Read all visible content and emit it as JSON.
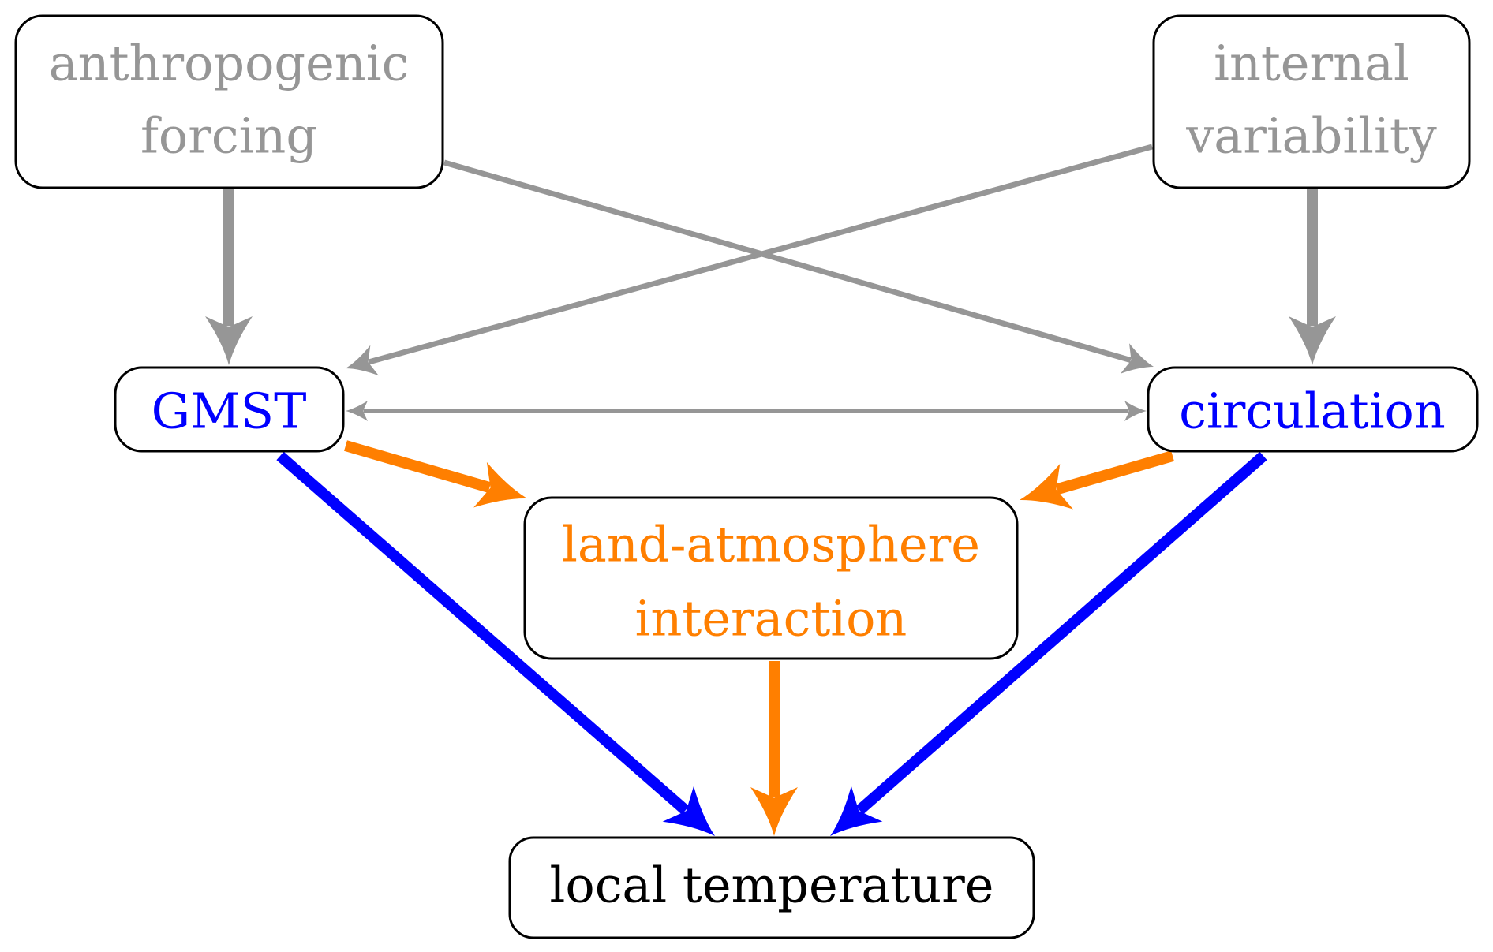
{
  "colors": {
    "gray": "#969696",
    "blue": "#0000ff",
    "orange": "#ff7f00",
    "black": "#000000"
  },
  "nodes": {
    "anthropogenic": {
      "lines": [
        "anthropogenic",
        "forcing"
      ],
      "color": "#969696"
    },
    "internal": {
      "lines": [
        "internal",
        "variability"
      ],
      "color": "#969696"
    },
    "gmst": {
      "lines": [
        "GMST"
      ],
      "color": "#0000ff"
    },
    "circulation": {
      "lines": [
        "circulation"
      ],
      "color": "#0000ff"
    },
    "landatm": {
      "lines": [
        "land-atmosphere",
        "interaction"
      ],
      "color": "#ff7f00"
    },
    "local": {
      "lines": [
        "local temperature"
      ],
      "color": "#000000"
    }
  },
  "edges": [
    {
      "from": "anthropogenic",
      "to": "gmst",
      "color": "#969696",
      "weight": "heavy"
    },
    {
      "from": "internal",
      "to": "circulation",
      "color": "#969696",
      "weight": "heavy"
    },
    {
      "from": "anthropogenic",
      "to": "circulation",
      "color": "#969696",
      "weight": "medium"
    },
    {
      "from": "internal",
      "to": "gmst",
      "color": "#969696",
      "weight": "medium"
    },
    {
      "from": "gmst",
      "to": "circulation",
      "color": "#969696",
      "weight": "thin",
      "bidirectional": true
    },
    {
      "from": "gmst",
      "to": "landatm",
      "color": "#ff7f00",
      "weight": "heavy"
    },
    {
      "from": "circulation",
      "to": "landatm",
      "color": "#ff7f00",
      "weight": "heavy"
    },
    {
      "from": "gmst",
      "to": "local",
      "color": "#0000ff",
      "weight": "heavy"
    },
    {
      "from": "circulation",
      "to": "local",
      "color": "#0000ff",
      "weight": "heavy"
    },
    {
      "from": "landatm",
      "to": "local",
      "color": "#ff7f00",
      "weight": "heavy"
    }
  ]
}
